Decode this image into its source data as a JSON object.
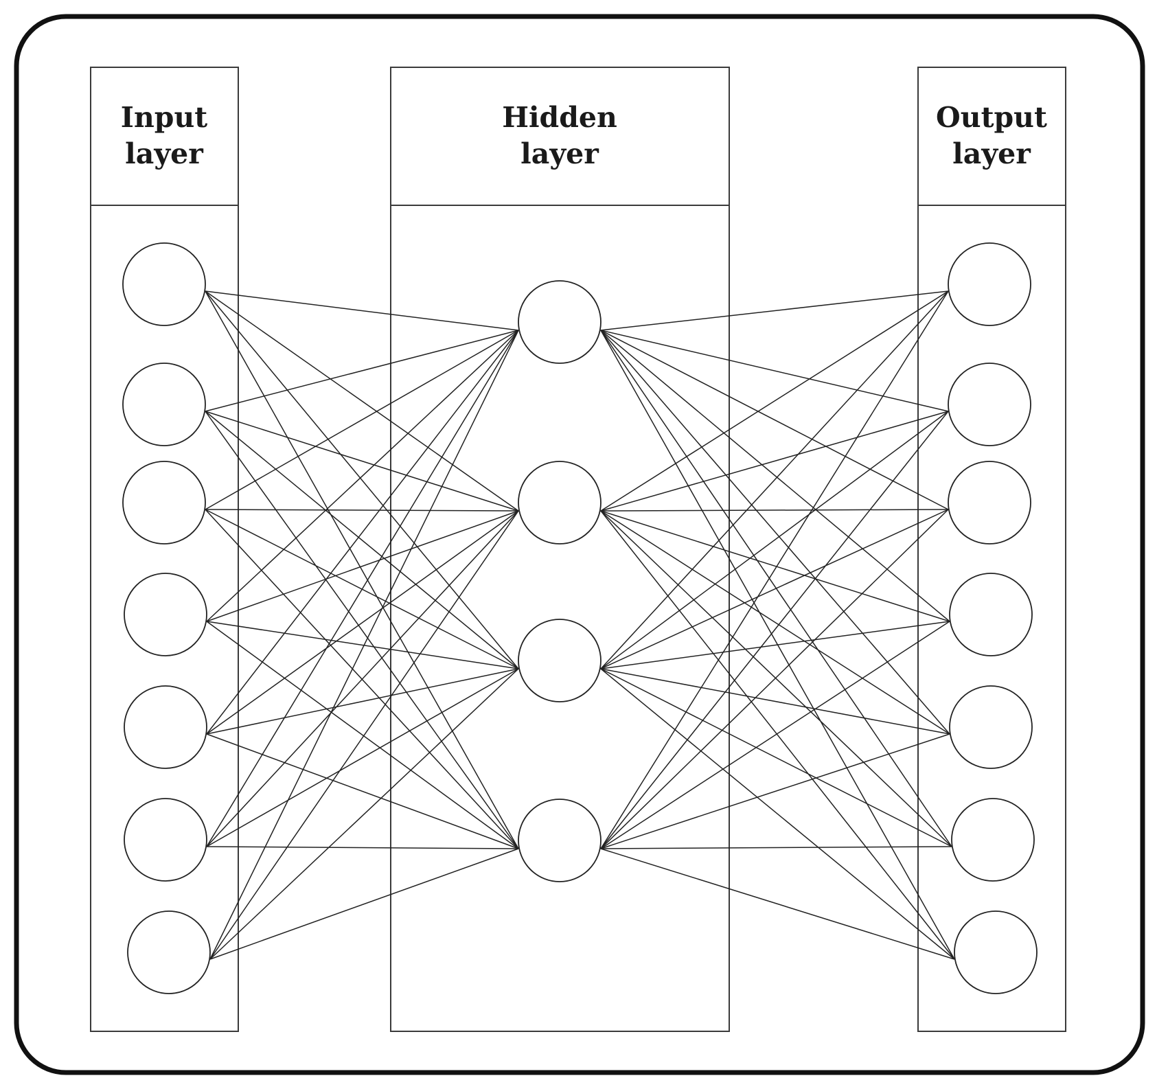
{
  "layers": [
    {
      "id": "input",
      "title_line1": "Input",
      "title_line2": "layer",
      "node_count": 7
    },
    {
      "id": "hidden",
      "title_line1": "Hidden",
      "title_line2": "layer",
      "node_count": 4
    },
    {
      "id": "output",
      "title_line1": "Output",
      "title_line2": "layer",
      "node_count": 7
    }
  ],
  "connectivity": "fully-connected"
}
